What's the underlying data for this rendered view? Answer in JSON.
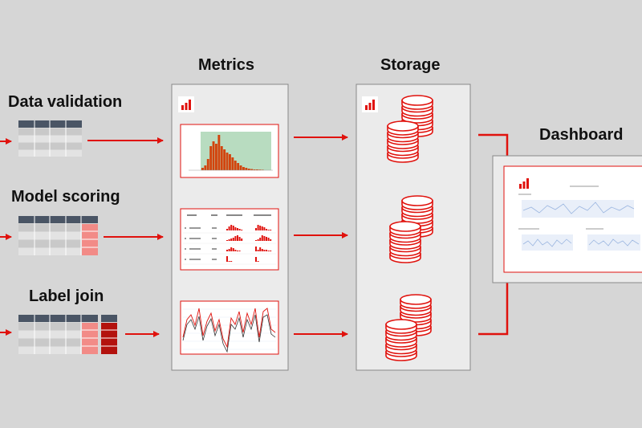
{
  "stages": {
    "data_validation": "Data validation",
    "model_scoring": "Model scoring",
    "label_join": "Label join"
  },
  "columns": {
    "metrics": "Metrics",
    "storage": "Storage",
    "dashboard": "Dashboard"
  },
  "icons": {
    "panel_logo": "bar-chart-icon",
    "database": "database-icon"
  },
  "colors": {
    "accent": "#e0120d",
    "table_header": "#4a5565",
    "table_row_a": "#c9c9c9",
    "table_row_b": "#e3e3e3",
    "pink_column": "#f28b87",
    "dark_red_column": "#b3120e",
    "panel_bg": "#ebebeb",
    "background": "#d6d6d6"
  }
}
